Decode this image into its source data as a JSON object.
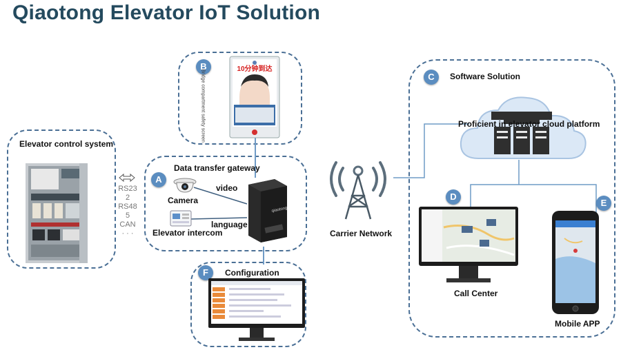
{
  "title": "Qiaotong Elevator IoT Solution",
  "colors": {
    "title": "#244a5e",
    "panel_border": "#4a6f95",
    "badge": "#5b8dc0",
    "connector": "#6f9bc6"
  },
  "panels": {
    "control": {
      "label": "Elevator control system"
    },
    "gateway": {
      "badge": "A",
      "label": "Data transfer gateway",
      "camera_label": "Camera",
      "intercom_label": "Elevator intercom",
      "video_label": "video",
      "language_label": "language"
    },
    "screen": {
      "badge": "B",
      "vertical_caption": "Bridge compartment safety screen",
      "banner_text": "10分钟到达"
    },
    "software": {
      "badge": "C",
      "label": "Software Solution",
      "cloud_label": "Proficient in elevator cloud platform"
    },
    "callcenter": {
      "badge": "D",
      "label": "Call Center"
    },
    "mobile": {
      "badge": "E",
      "label": "Mobile APP"
    },
    "config": {
      "badge": "F",
      "label": "Configuration"
    }
  },
  "protocols": [
    "RS23",
    "2",
    "RS48",
    "5",
    "CAN",
    "· · ·"
  ],
  "network": {
    "label": "Carrier Network"
  }
}
